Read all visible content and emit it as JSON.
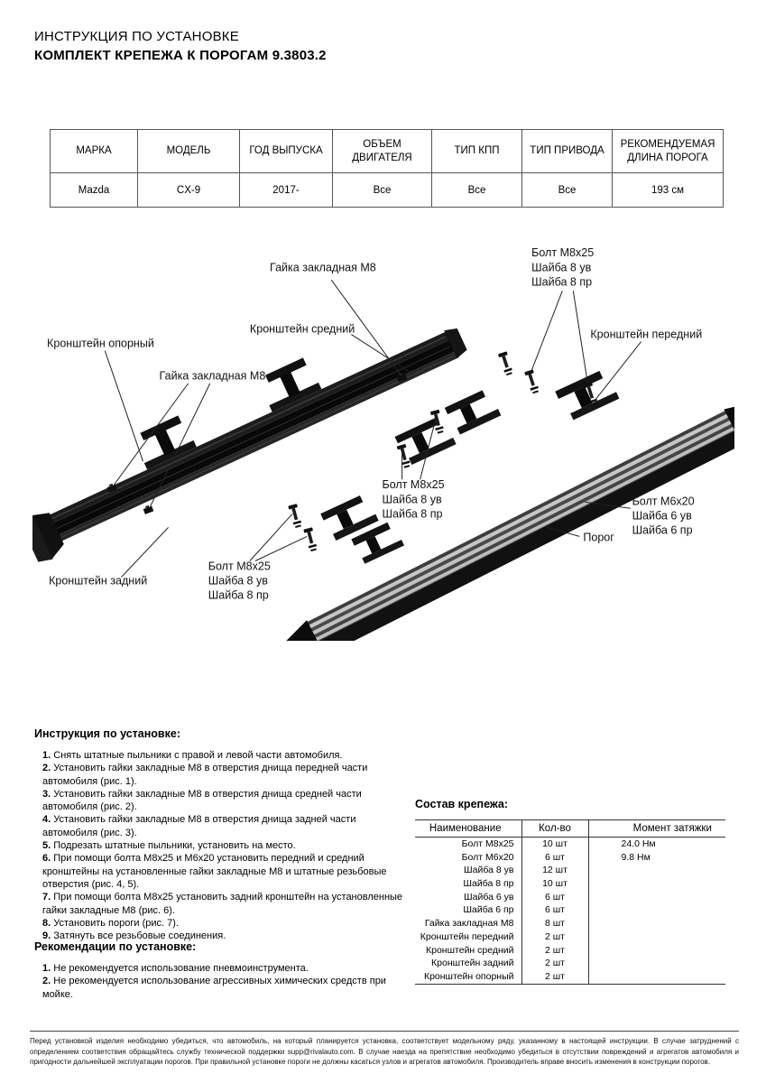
{
  "header": {
    "line1": "ИНСТРУКЦИЯ ПО УСТАНОВКЕ",
    "line2": "КОМПЛЕКТ КРЕПЕЖА К ПОРОГАМ 9.3803.2"
  },
  "spec_table": {
    "headers": [
      "МАРКА",
      "МОДЕЛЬ",
      "ГОД ВЫПУСКА",
      "ОБЪЕМ ДВИГАТЕЛЯ",
      "ТИП КПП",
      "ТИП ПРИВОДА",
      "РЕКОМЕНДУЕМАЯ ДЛИНА ПОРОГА"
    ],
    "row": [
      "Mazda",
      "CX-9",
      "2017-",
      "Все",
      "Все",
      "Все",
      "193 см"
    ]
  },
  "diagram": {
    "labels": {
      "bolt_top_1": "Болт М8х25",
      "bolt_top_2": "Шайба 8 ув",
      "bolt_top_3": "Шайба 8 пр",
      "nut_top": "Гайка закладная М8",
      "bracket_middle": "Кронштейн средний",
      "bracket_front": "Кронштейн передний",
      "bracket_support": "Кронштейн опорный",
      "nut_left": "Гайка закладная М8",
      "bolt_center_1": "Болт М8х25",
      "bolt_center_2": "Шайба 8 ув",
      "bolt_center_3": "Шайба 8 пр",
      "bolt_right_1": "Болт М6х20",
      "bolt_right_2": "Шайба 6 ув",
      "bolt_right_3": "Шайба 6 пр",
      "sill": "Порог",
      "bracket_rear": "Кронштейн задний",
      "bolt_bottom_1": "Болт М8х25",
      "bolt_bottom_2": "Шайба 8 ув",
      "bolt_bottom_3": "Шайба 8 пр"
    }
  },
  "instructions": {
    "title": "Инструкция по установке:",
    "items": [
      {
        "num": "1.",
        "text": "Снять штатные пыльники с правой и левой части автомобиля."
      },
      {
        "num": "2.",
        "text": "Установить гайки закладные М8 в отверстия днища передней части автомобиля (рис. 1)."
      },
      {
        "num": "3.",
        "text": "Установить гайки закладные М8 в отверстия днища средней части автомобиля (рис. 2)."
      },
      {
        "num": "4.",
        "text": "Установить гайки закладные М8 в отверстия днища задней части автомобиля (рис. 3)."
      },
      {
        "num": "5.",
        "text": "Подрезать штатные пыльники, установить на место."
      },
      {
        "num": "6.",
        "text": "При помощи болта М8х25 и М6х20 установить передний и средний кронштейны на установленные гайки закладные М8 и штатные резьбовые отверстия (рис. 4, 5)."
      },
      {
        "num": "7.",
        "text": "При помощи болта М8х25 установить задний кронштейн на установленные гайки закладные М8 (рис. 6)."
      },
      {
        "num": "8.",
        "text": "Установить пороги (рис. 7)."
      },
      {
        "num": "9.",
        "text": "Затянуть все резьбовые соединения."
      }
    ]
  },
  "hardware": {
    "title": "Состав крепежа:",
    "headers": [
      "Наименование",
      "Кол-во",
      "Момент затяжки"
    ],
    "rows": [
      {
        "name": "Болт М8х25",
        "qty": "10 шт",
        "torque": "24.0 Нм"
      },
      {
        "name": "Болт М6х20",
        "qty": "6 шт",
        "torque": "9.8 Нм"
      },
      {
        "name": "Шайба 8 ув",
        "qty": "12 шт",
        "torque": ""
      },
      {
        "name": "Шайба 8 пр",
        "qty": "10 шт",
        "torque": ""
      },
      {
        "name": "Шайба 6 ув",
        "qty": "6 шт",
        "torque": ""
      },
      {
        "name": "Шайба 6 пр",
        "qty": "6 шт",
        "torque": ""
      },
      {
        "name": "Гайка закладная М8",
        "qty": "8 шт",
        "torque": ""
      },
      {
        "name": "Кронштейн передний",
        "qty": "2 шт",
        "torque": ""
      },
      {
        "name": "Кронштейн средний",
        "qty": "2 шт",
        "torque": ""
      },
      {
        "name": "Кронштейн задний",
        "qty": "2 шт",
        "torque": ""
      },
      {
        "name": "Кронштейн опорный",
        "qty": "2 шт",
        "torque": ""
      }
    ]
  },
  "recommendations": {
    "title": "Рекомендации по установке:",
    "items": [
      {
        "num": "1.",
        "text": "Не рекомендуется использование пневмоинструмента."
      },
      {
        "num": "2.",
        "text": "Не рекомендуется использование агрессивных химических средств при мойке."
      }
    ]
  },
  "footer": {
    "text": "Перед установкой изделия необходимо убедиться, что автомобиль, на который планируется установка, соответствует модельному ряду, указанному в настоящей инструкции. В случае затруднений с определением соответствия обращайтесь службу технической поддержки supp@rivalauto.com. В случае наезда на препятствие необходимо убедиться в отсутствии повреждений и агрегатов автомобиля и пригодности дальнейшей эксплуатации порогов. При правильной установке пороги не должны касаться узлов и агрегатов автомобиля. Производитель вправе вносить изменения в конструкции порогов."
  }
}
